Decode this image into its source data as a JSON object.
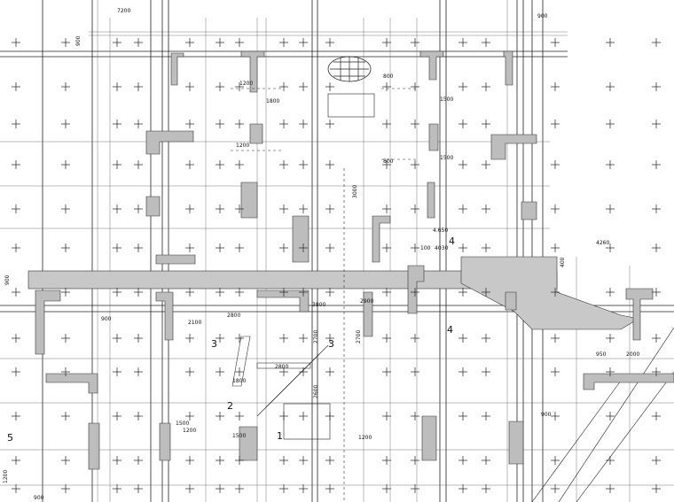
{
  "drawing": {
    "top_dims": {
      "span_left": "7200",
      "offset_left": "900",
      "offset_right": "900"
    },
    "upper_dims": {
      "d1": "1200",
      "d2": "1800",
      "d3": "1200",
      "d4": "800",
      "d5": "1500",
      "d6": "800",
      "d7": "1500",
      "d8": "3000",
      "d9": "100",
      "d10": "4030"
    },
    "right_dims": {
      "d1": "4260",
      "d2": "400",
      "d3": "950",
      "d4": "2000",
      "d5": "900"
    },
    "lower_dims": {
      "d1": "900",
      "d2": "1500",
      "d3": "2800",
      "d4": "2700",
      "d5": "2100",
      "d6": "2900",
      "d7": "1800",
      "d8": "2800",
      "d9": "2700",
      "d10": "1200",
      "d11": "1500",
      "d12": "1200",
      "d13": "3800",
      "d14": "2600"
    },
    "left_dims": {
      "d1": "900",
      "d2": "1200",
      "d3": "900"
    },
    "level_mark": "4.650",
    "zone_marks": {
      "z1": "1",
      "z2": "2",
      "z3a": "3",
      "z3b": "3",
      "z4a": "4",
      "z4b": "4",
      "z5": "5"
    }
  }
}
